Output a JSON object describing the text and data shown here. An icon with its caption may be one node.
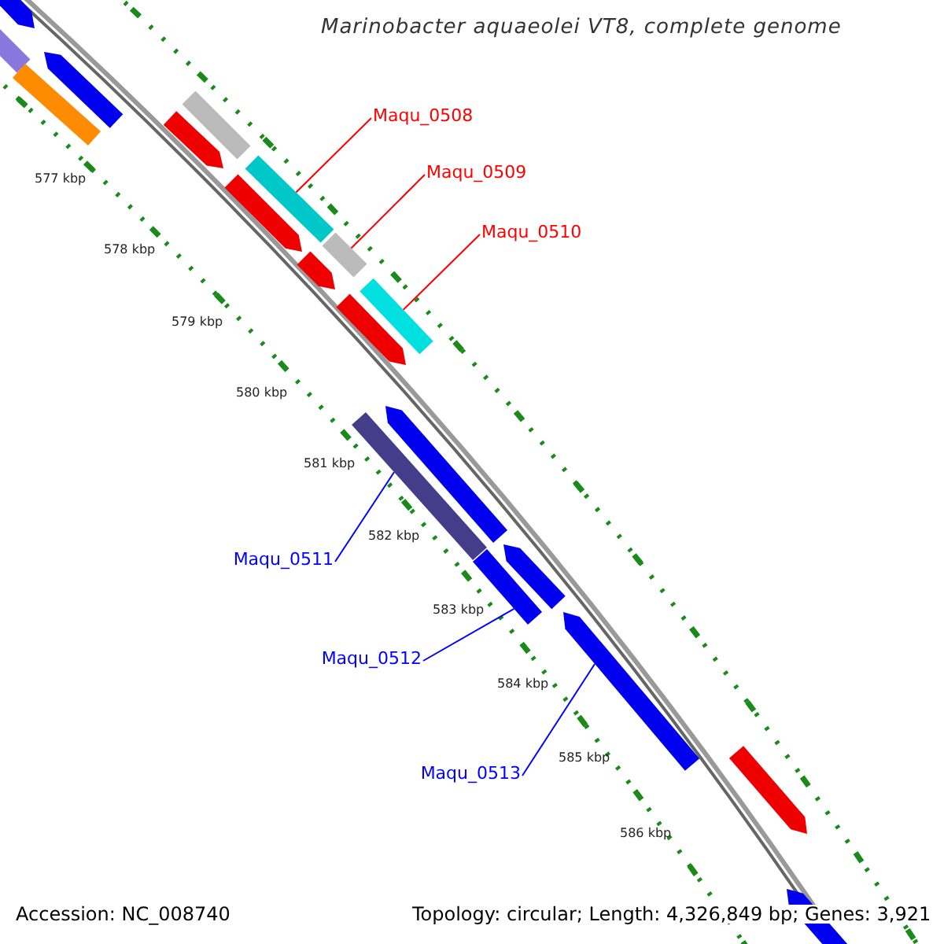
{
  "diagram": {
    "title": "Marinobacter aquaeolei VT8, complete genome",
    "nodes": [
      {
        "text": [
          "Maqu_0508"
        ]
      },
      {
        "text": [
          "Maqu_0509"
        ]
      },
      {
        "text": [
          "Maqu_0510"
        ]
      },
      {
        "text": [
          "Maqu_0511"
        ]
      },
      {
        "text": [
          "Maqu_0512"
        ]
      },
      {
        "text": [
          "Maqu_0513"
        ]
      },
      {
        "text": [],
        "shape": "bar"
      },
      {
        "text": [],
        "shape": "bar"
      },
      {
        "text": [],
        "shape": "bar"
      },
      {
        "text": [],
        "shape": "bar"
      },
      {
        "text": [],
        "shape": "bar"
      },
      {
        "text": [],
        "shape": "bar"
      },
      {
        "text": [],
        "shape": "bar"
      },
      {
        "text": [],
        "shape": "bar"
      },
      {
        "text": [],
        "shape": "bar"
      },
      {
        "text": [],
        "shape": "bar"
      },
      {
        "text": [],
        "shape": "bar"
      },
      {
        "text": [],
        "shape": "bar"
      },
      {
        "text": [],
        "shape": "bar"
      },
      {
        "text": [],
        "shape": "bar"
      },
      {
        "text": [],
        "shape": "bar"
      },
      {
        "text": [],
        "shape": "bar"
      },
      {
        "text": [],
        "shape": "bar"
      },
      {
        "text": [],
        "shape": "bar"
      },
      {
        "text": [],
        "shape": "bar"
      }
    ],
    "edges": [
      {
        "from": 0,
        "to": 12,
        "arrow": "none",
        "color": "#ff0000"
      },
      {
        "from": 1,
        "to": 14,
        "arrow": "none",
        "color": "#ff0000"
      },
      {
        "from": 2,
        "to": 16,
        "arrow": "none",
        "color": "#ff0000"
      },
      {
        "from": 3,
        "to": 19,
        "arrow": "none",
        "color": "#0000ff"
      },
      {
        "from": 4,
        "to": 21,
        "arrow": "none",
        "color": "#0000ff"
      },
      {
        "from": 5,
        "to": 22,
        "arrow": "none",
        "color": "#0000ff"
      }
    ],
    "labels": [
      "577 kbp",
      "578 kbp",
      "579 kbp",
      "580 kbp",
      "581 kbp",
      "582 kbp",
      "583 kbp",
      "584 kbp",
      "585 kbp",
      "586 kbp",
      "Accession: NC_008740",
      "Topology: circular; Length: 4,326,849 bp; Genes: 3,921"
    ]
  }
}
